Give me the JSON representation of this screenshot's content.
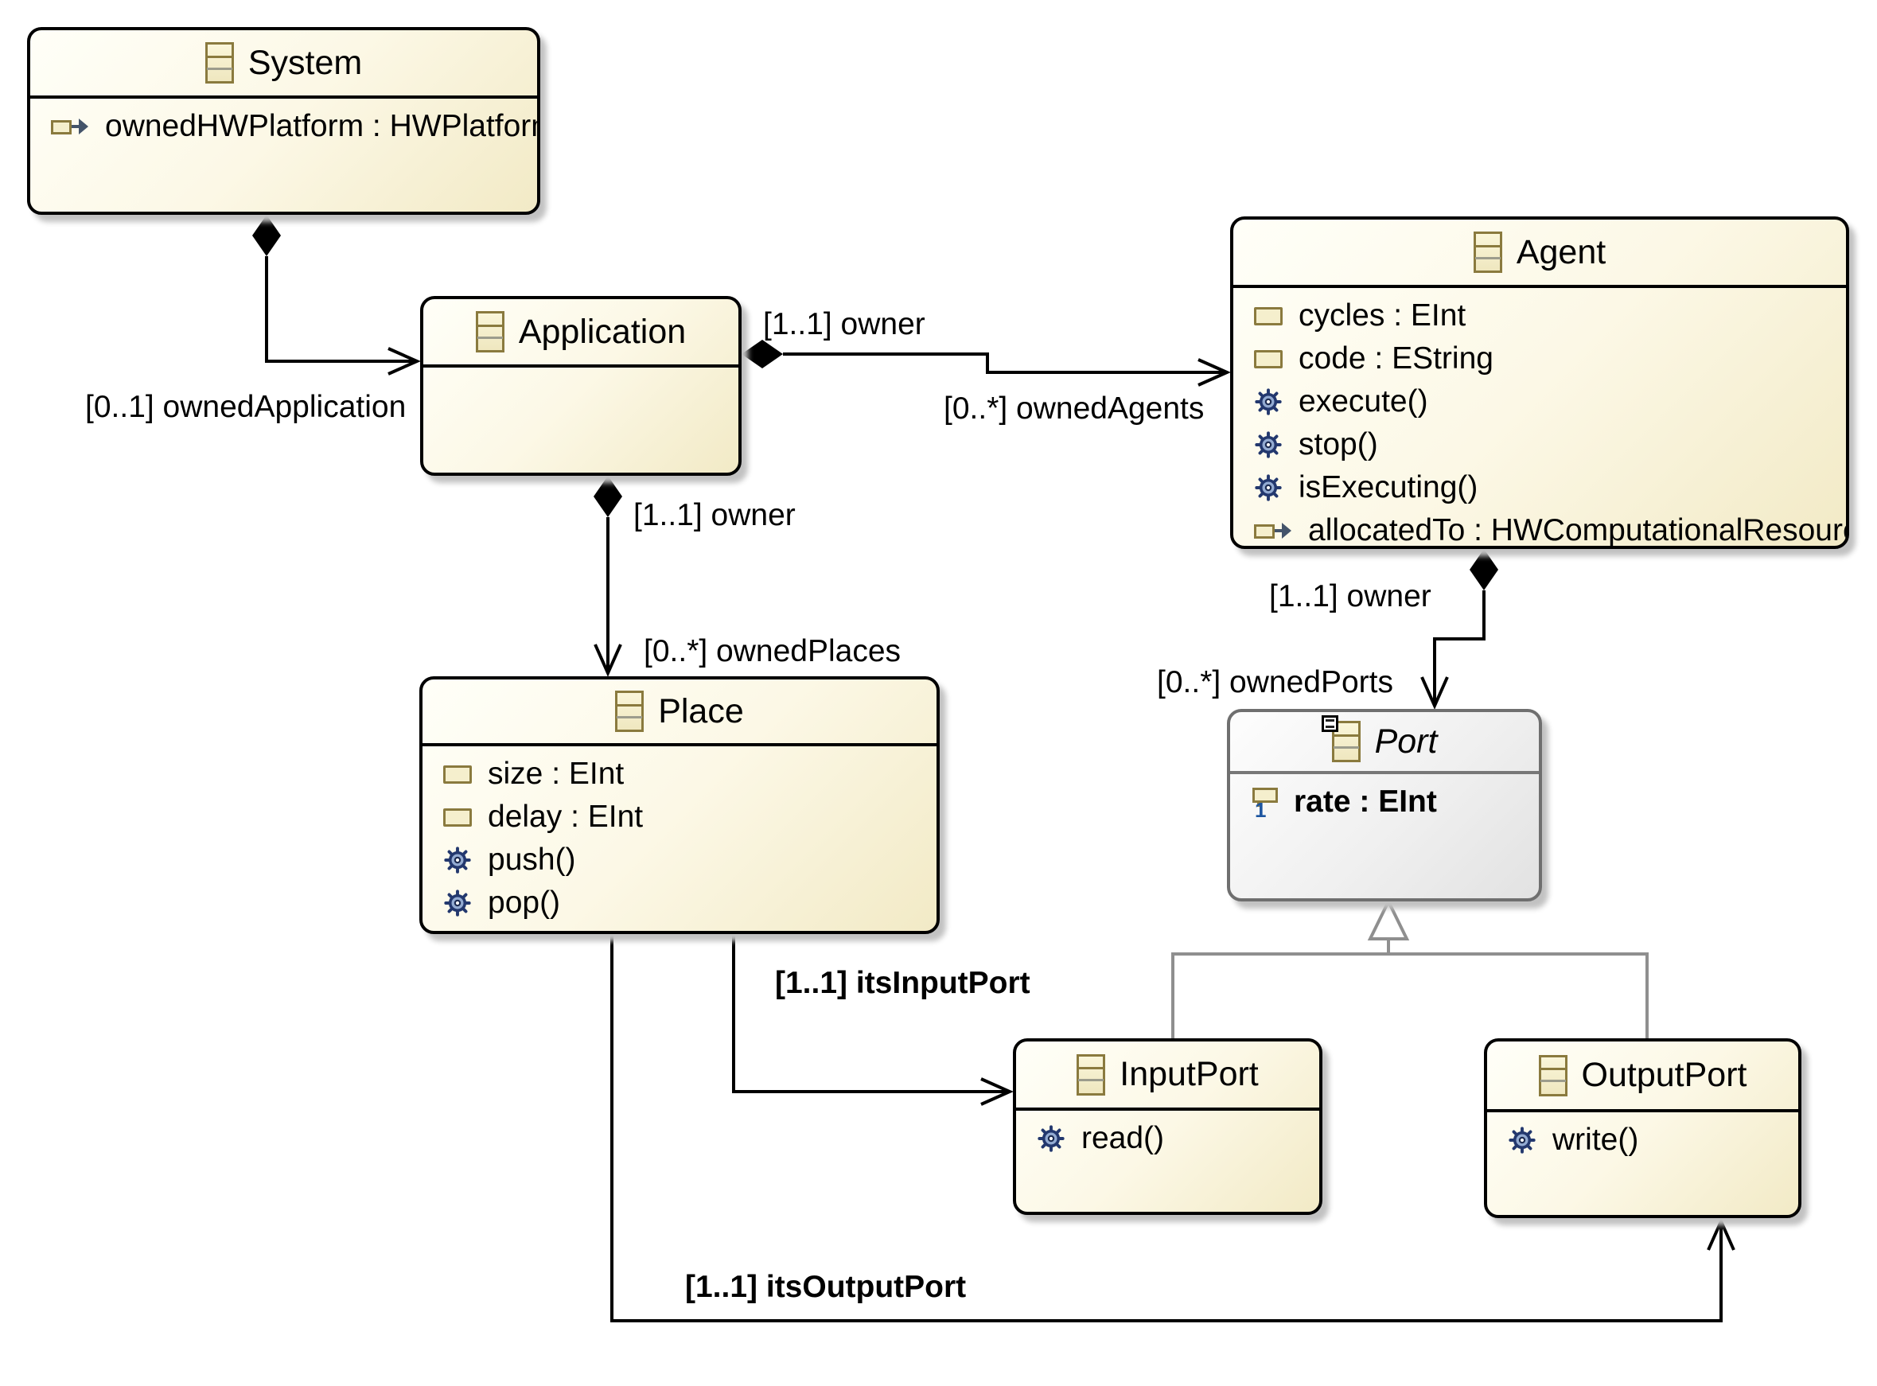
{
  "diagram": {
    "kind": "ecore-class-diagram",
    "background": "#ffffff",
    "colors": {
      "class_fill_light": "#fffff8",
      "class_fill_dark": "#f2eac6",
      "class_border": "#000000",
      "abstract_fill_light": "#fdfdfd",
      "abstract_fill_dark": "#e2e2e2",
      "abstract_border": "#6f6f6f",
      "edge": "#000000",
      "generalization_edge": "#8f8f8f",
      "icon_gold": "#8a7a3e",
      "icon_gold_fill": "#f5efcd",
      "operation_icon_blue": "#23386e",
      "reference_arrow_slate": "#44546a",
      "required_marker_blue": "#1d55a0"
    },
    "icons": {
      "eclass-icon": "three-band gold rectangle",
      "eclass-abstract-badge": "small black square overlay",
      "eattribute-icon": "small gold rectangle",
      "eattribute-required-icon": "small gold rectangle with blue 1",
      "eoperation-icon": "blue gear",
      "ereference-icon": "gold rectangle with slate arrow"
    }
  },
  "classes": {
    "system": {
      "name": "System",
      "abstract": false,
      "members": [
        {
          "kind": "reference",
          "icon": "ereference-icon",
          "label": "ownedHWPlatform : HWPlatform"
        }
      ]
    },
    "application": {
      "name": "Application",
      "abstract": false,
      "members": []
    },
    "agent": {
      "name": "Agent",
      "abstract": false,
      "members": [
        {
          "kind": "attribute",
          "icon": "eattribute-icon",
          "label": "cycles : EInt"
        },
        {
          "kind": "attribute",
          "icon": "eattribute-icon",
          "label": "code : EString"
        },
        {
          "kind": "operation",
          "icon": "eoperation-icon",
          "label": "execute()"
        },
        {
          "kind": "operation",
          "icon": "eoperation-icon",
          "label": "stop()"
        },
        {
          "kind": "operation",
          "icon": "eoperation-icon",
          "label": "isExecuting()"
        },
        {
          "kind": "reference",
          "icon": "ereference-icon",
          "label": "allocatedTo : HWComputationalResource"
        }
      ]
    },
    "place": {
      "name": "Place",
      "abstract": false,
      "members": [
        {
          "kind": "attribute",
          "icon": "eattribute-icon",
          "label": "size : EInt"
        },
        {
          "kind": "attribute",
          "icon": "eattribute-icon",
          "label": "delay : EInt"
        },
        {
          "kind": "operation",
          "icon": "eoperation-icon",
          "label": "push()"
        },
        {
          "kind": "operation",
          "icon": "eoperation-icon",
          "label": "pop()"
        }
      ]
    },
    "port": {
      "name": "Port",
      "abstract": true,
      "members": [
        {
          "kind": "attribute",
          "icon": "eattribute-required-icon",
          "label": "rate : EInt",
          "required": true
        }
      ]
    },
    "inputport": {
      "name": "InputPort",
      "abstract": false,
      "members": [
        {
          "kind": "operation",
          "icon": "eoperation-icon",
          "label": "read()"
        }
      ]
    },
    "outputport": {
      "name": "OutputPort",
      "abstract": false,
      "members": [
        {
          "kind": "operation",
          "icon": "eoperation-icon",
          "label": "write()"
        }
      ]
    }
  },
  "edges": [
    {
      "id": "system-application",
      "type": "composition",
      "from": "System",
      "to": "Application",
      "label_keys": [
        "owned_application"
      ]
    },
    {
      "id": "application-agent",
      "type": "composition",
      "from": "Application",
      "to": "Agent",
      "label_keys": [
        "agent_owner",
        "owned_agents"
      ]
    },
    {
      "id": "application-place",
      "type": "composition",
      "from": "Application",
      "to": "Place",
      "label_keys": [
        "place_owner",
        "owned_places"
      ]
    },
    {
      "id": "agent-port",
      "type": "composition",
      "from": "Agent",
      "to": "Port",
      "label_keys": [
        "port_owner",
        "owned_ports"
      ]
    },
    {
      "id": "inputport-port",
      "type": "generalization",
      "from": "InputPort",
      "to": "Port",
      "label_keys": []
    },
    {
      "id": "outputport-port",
      "type": "generalization",
      "from": "OutputPort",
      "to": "Port",
      "label_keys": []
    },
    {
      "id": "place-inputport",
      "type": "reference",
      "from": "Place",
      "to": "InputPort",
      "label_keys": [
        "its_input_port"
      ]
    },
    {
      "id": "place-outputport",
      "type": "reference",
      "from": "Place",
      "to": "OutputPort",
      "label_keys": [
        "its_output_port"
      ]
    }
  ],
  "edge_labels": {
    "owned_application": "[0..1] ownedApplication",
    "agent_owner": "[1..1] owner",
    "owned_agents": "[0..*] ownedAgents",
    "place_owner": "[1..1] owner",
    "owned_places": "[0..*] ownedPlaces",
    "port_owner": "[1..1] owner",
    "owned_ports": "[0..*] ownedPorts",
    "its_input_port": "[1..1] itsInputPort",
    "its_output_port": "[1..1] itsOutputPort"
  },
  "required_marker": "1"
}
